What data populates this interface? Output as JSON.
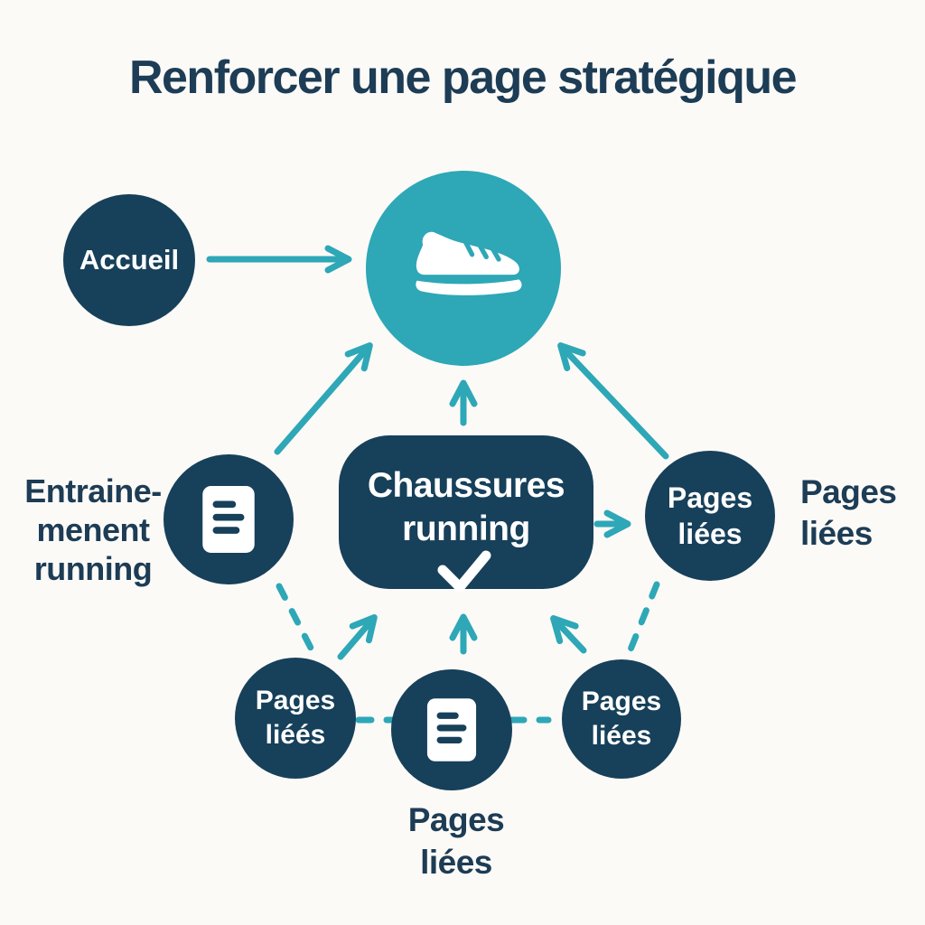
{
  "title": "Renforcer une page stratégique",
  "colors": {
    "background": "#FBFAF7",
    "node_navy": "#17405A",
    "accent_teal": "#2EA7B7",
    "text_navy": "#1D3C55",
    "label_white": "#FFFFFF"
  },
  "nodes": {
    "home": {
      "label": "Accueil"
    },
    "target_page": {
      "icon": "running-shoe-icon"
    },
    "training_article": {
      "icon": "document-icon",
      "outside_label": [
        "Entraine-",
        "menent",
        "running"
      ]
    },
    "strategic_page": {
      "label": [
        "Chaussures",
        "running"
      ],
      "icon": "checkmark-icon"
    },
    "linked_right": {
      "label": [
        "Pages",
        "liées"
      ],
      "outside_label": [
        "Pages",
        "liées"
      ]
    },
    "linked_bottom_left": {
      "label": [
        "Pages",
        "liéés"
      ]
    },
    "linked_bottom_center": {
      "icon": "document-icon",
      "outside_label": [
        "Pages",
        "liées"
      ]
    },
    "linked_bottom_right": {
      "label": [
        "Pages",
        "liées"
      ]
    }
  },
  "connections": {
    "solid_arrows": [
      "home -> target_page",
      "training_article -> target_page",
      "strategic_page -> target_page",
      "linked_right -> target_page",
      "strategic_page -> linked_right",
      "linked_bottom_left -> strategic_page",
      "linked_bottom_center -> strategic_page",
      "linked_bottom_right -> strategic_page"
    ],
    "dashed_links": [
      "training_article - linked_bottom_left",
      "linked_right - linked_bottom_right",
      "linked_bottom_left - linked_bottom_center",
      "linked_bottom_center - linked_bottom_right"
    ]
  }
}
